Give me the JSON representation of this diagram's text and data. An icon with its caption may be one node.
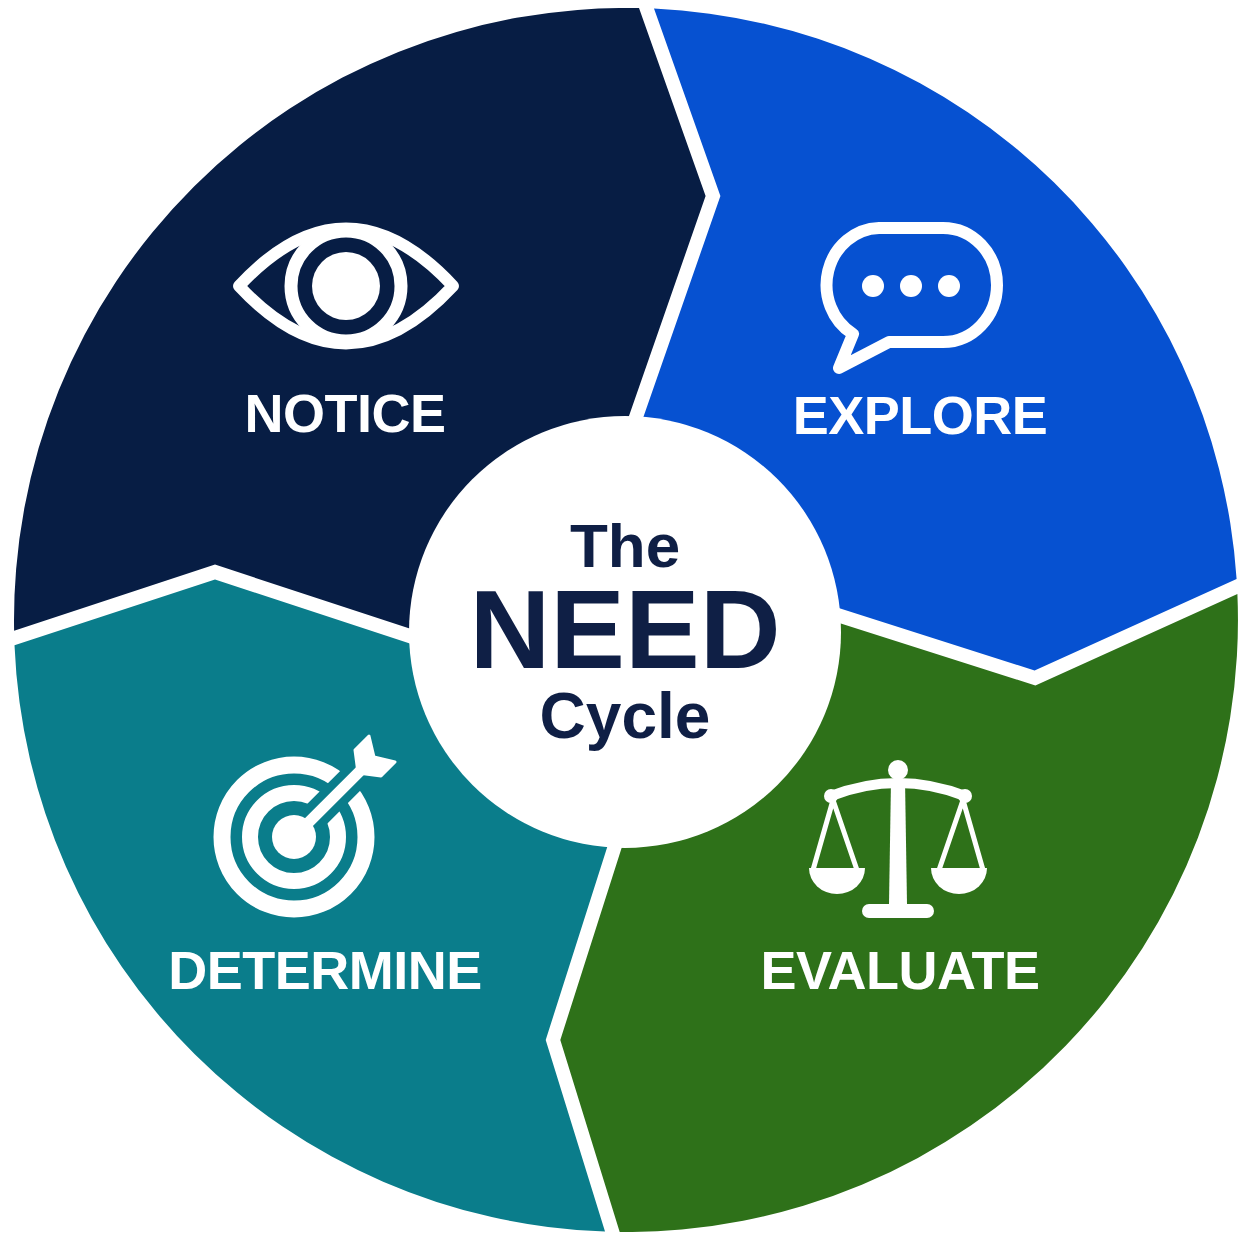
{
  "diagram": {
    "nodes": [
      {
        "text": [
          "NOTICE"
        ]
      },
      {
        "text": [
          "EXPLORE"
        ]
      },
      {
        "text": [
          "The NEED Cycle"
        ]
      },
      {
        "text": [
          "DETERMINE"
        ]
      },
      {
        "text": [
          "EVALUATE"
        ]
      }
    ]
  }
}
